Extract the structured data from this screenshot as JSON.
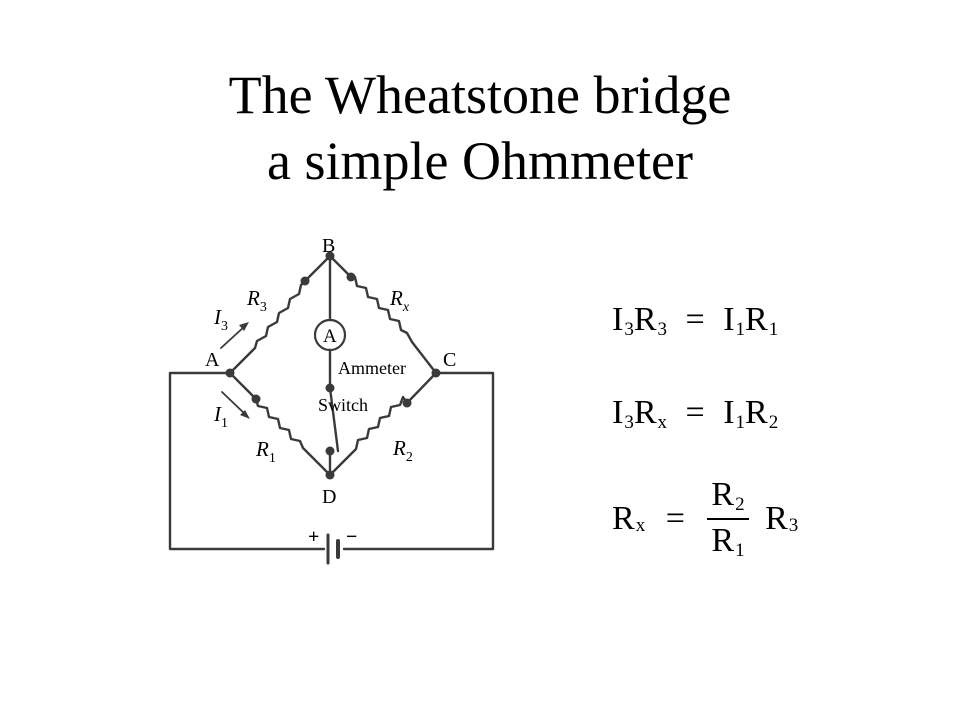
{
  "title": {
    "line1": "The Wheatstone bridge",
    "line2": "a simple Ohmmeter"
  },
  "circuit": {
    "nodes": {
      "A": "A",
      "B": "B",
      "C": "C",
      "D": "D"
    },
    "resistors": {
      "r3": [
        "R",
        "3"
      ],
      "rx": [
        "R",
        "x"
      ],
      "r1": [
        "R",
        "1"
      ],
      "r2": [
        "R",
        "2"
      ]
    },
    "currents": {
      "i3": [
        "I",
        "3"
      ],
      "i1": [
        "I",
        "1"
      ]
    },
    "ammeter_symbol": "A",
    "ammeter_label": "Ammeter",
    "switch_label": "Switch",
    "battery_plus": "+",
    "battery_minus": "−"
  },
  "equations": {
    "eq1": {
      "l1": "I",
      "l1s": "3",
      "l2": "R",
      "l2s": "3",
      "eq": "=",
      "r1": "I",
      "r1s": "1",
      "r2": "R",
      "r2s": "1"
    },
    "eq2": {
      "l1": "I",
      "l1s": "3",
      "l2": "R",
      "l2s": "x",
      "eq": "=",
      "r1": "I",
      "r1s": "1",
      "r2": "R",
      "r2s": "2"
    },
    "eq3": {
      "lhs": "R",
      "lhss": "x",
      "eq": "=",
      "num": "R",
      "nums": "2",
      "den": "R",
      "dens": "1",
      "mul": "R",
      "muls": "3"
    }
  }
}
